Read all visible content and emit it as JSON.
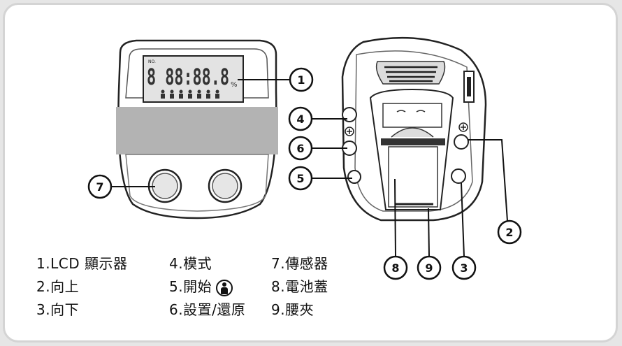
{
  "lcd": {
    "small_label": "NO.",
    "digits": "8 88:88.8",
    "percent": "%"
  },
  "callouts": [
    "1",
    "2",
    "3",
    "4",
    "5",
    "6",
    "7",
    "8",
    "9"
  ],
  "legend": [
    {
      "text": "1.LCD 顯示器"
    },
    {
      "text": "2.向上"
    },
    {
      "text": "3.向下"
    },
    {
      "text": "4.模式"
    },
    {
      "text": "5.開始"
    },
    {
      "text": "6.設置/還原"
    },
    {
      "text": "7.傳感器"
    },
    {
      "text": "8.電池蓋"
    },
    {
      "text": "9.腰夾"
    }
  ]
}
